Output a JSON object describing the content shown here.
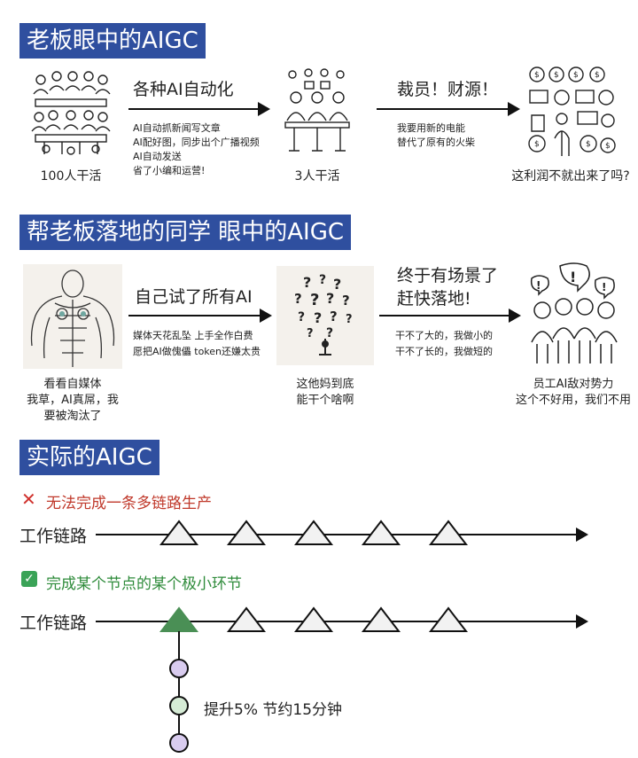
{
  "section1": {
    "title": "老板眼中的AIGC",
    "left_caption": "100人干活",
    "arrow1_title": "各种AI自动化",
    "arrow1_lines": [
      "AI自动抓新闻写文章",
      "AI配好图，同步出个广播视频",
      "AI自动发送",
      "省了小编和运营!"
    ],
    "mid_caption": "3人干活",
    "arrow2_title": "裁员！财源！",
    "arrow2_lines": [
      "我要用新的电能",
      "替代了原有的火柴"
    ],
    "right_caption": "这利润不就出来了吗?"
  },
  "section2": {
    "title": "帮老板落地的同学 眼中的AIGC",
    "left_caption_lines": [
      "看看自媒体",
      "我草，AI真屌，我",
      "要被淘汰了"
    ],
    "arrow1_title": "自己试了所有AI",
    "arrow1_lines": [
      "媒体天花乱坠  上手全作白费",
      "愿把AI做傀儡  token还嫌太贵"
    ],
    "mid_caption_lines": [
      "这他妈到底",
      "能干个啥啊"
    ],
    "arrow2_title_lines": [
      "终于有场景了",
      "赶快落地!"
    ],
    "arrow2_lines": [
      "干不了大的，我做小的",
      "干不了长的，我做短的"
    ],
    "right_caption_lines": [
      "员工AI敌对势力",
      "这个不好用，我们不用"
    ]
  },
  "section3": {
    "title": "实际的AIGC",
    "fail_icon": "✕",
    "fail_text": "无法完成一条多链路生产",
    "chain_label": "工作链路",
    "ok_icon": "✓",
    "ok_text": "完成某个节点的某个极小环节",
    "chain_label2": "工作链路",
    "result_text": "提升5%  节约15分钟"
  },
  "colors": {
    "title_bg": "#2f4f9f",
    "fail": "#c0392b",
    "ok": "#2e8b3a",
    "active_node": "#4a8f55",
    "sub_node": "#d9ccef",
    "sub_node_mid": "#d6ecd6"
  }
}
